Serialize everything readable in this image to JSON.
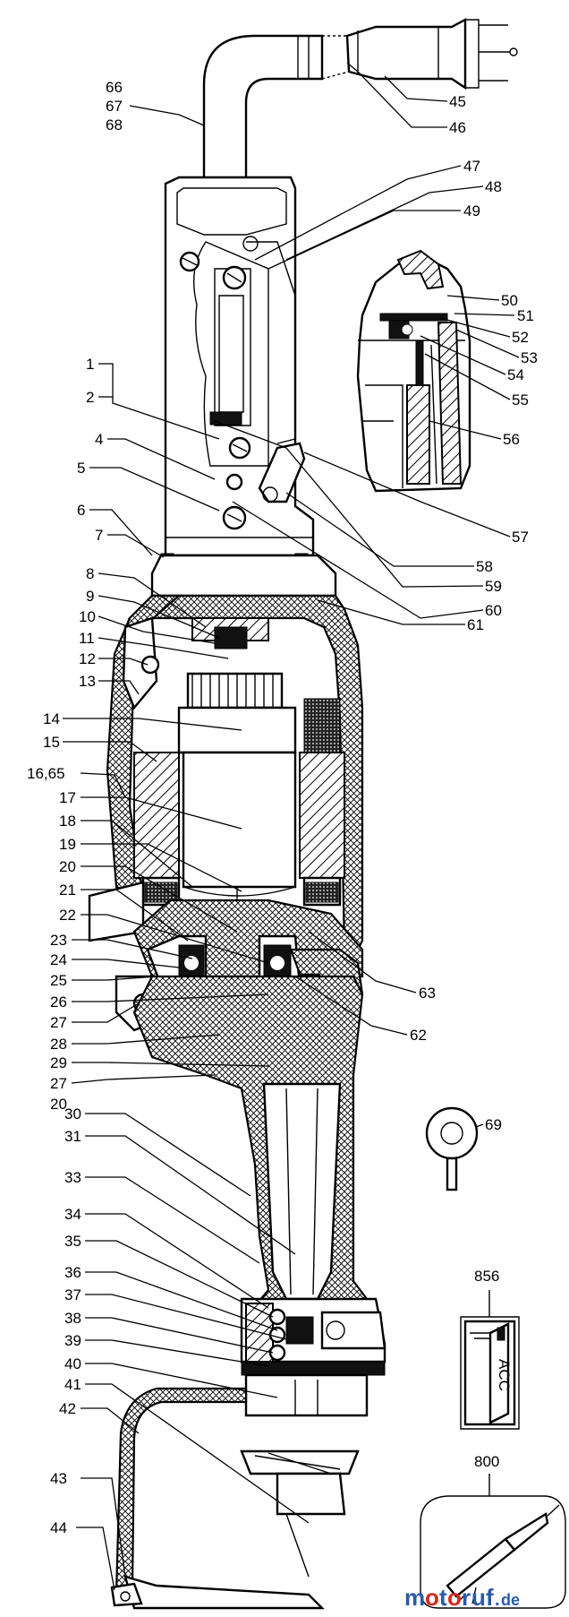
{
  "diagram": {
    "callouts": [
      {
        "id": "c66",
        "text": "66"
      },
      {
        "id": "c67",
        "text": "67"
      },
      {
        "id": "c68",
        "text": "68"
      },
      {
        "id": "c45",
        "text": "45"
      },
      {
        "id": "c46",
        "text": "46"
      },
      {
        "id": "c47",
        "text": "47"
      },
      {
        "id": "c48",
        "text": "48"
      },
      {
        "id": "c49",
        "text": "49"
      },
      {
        "id": "c50",
        "text": "50"
      },
      {
        "id": "c51",
        "text": "51"
      },
      {
        "id": "c52",
        "text": "52"
      },
      {
        "id": "c53",
        "text": "53"
      },
      {
        "id": "c54",
        "text": "54"
      },
      {
        "id": "c55",
        "text": "55"
      },
      {
        "id": "c56",
        "text": "56"
      },
      {
        "id": "c57",
        "text": "57"
      },
      {
        "id": "c58",
        "text": "58"
      },
      {
        "id": "c59",
        "text": "59"
      },
      {
        "id": "c60",
        "text": "60"
      },
      {
        "id": "c61",
        "text": "61"
      },
      {
        "id": "c1",
        "text": "1"
      },
      {
        "id": "c2",
        "text": "2"
      },
      {
        "id": "c4",
        "text": "4"
      },
      {
        "id": "c5",
        "text": "5"
      },
      {
        "id": "c6",
        "text": "6"
      },
      {
        "id": "c7",
        "text": "7"
      },
      {
        "id": "c8",
        "text": "8"
      },
      {
        "id": "c9",
        "text": "9"
      },
      {
        "id": "c10",
        "text": "10"
      },
      {
        "id": "c11",
        "text": "11"
      },
      {
        "id": "c12",
        "text": "12"
      },
      {
        "id": "c13",
        "text": "13"
      },
      {
        "id": "c14",
        "text": "14"
      },
      {
        "id": "c15",
        "text": "15"
      },
      {
        "id": "c16",
        "text": "16,65"
      },
      {
        "id": "c17",
        "text": "17"
      },
      {
        "id": "c18",
        "text": "18"
      },
      {
        "id": "c19",
        "text": "19"
      },
      {
        "id": "c20a",
        "text": "20"
      },
      {
        "id": "c21",
        "text": "21"
      },
      {
        "id": "c22",
        "text": "22"
      },
      {
        "id": "c23",
        "text": "23"
      },
      {
        "id": "c24",
        "text": "24"
      },
      {
        "id": "c25",
        "text": "25"
      },
      {
        "id": "c26",
        "text": "26"
      },
      {
        "id": "c27a",
        "text": "27"
      },
      {
        "id": "c28",
        "text": "28"
      },
      {
        "id": "c29",
        "text": "29"
      },
      {
        "id": "c27b",
        "text": "27"
      },
      {
        "id": "c20b",
        "text": "20"
      },
      {
        "id": "c63",
        "text": "63"
      },
      {
        "id": "c62",
        "text": "62"
      },
      {
        "id": "c69",
        "text": "69"
      },
      {
        "id": "c30",
        "text": "30"
      },
      {
        "id": "c31",
        "text": "31"
      },
      {
        "id": "c33",
        "text": "33"
      },
      {
        "id": "c34",
        "text": "34"
      },
      {
        "id": "c35",
        "text": "35"
      },
      {
        "id": "c36",
        "text": "36"
      },
      {
        "id": "c37",
        "text": "37"
      },
      {
        "id": "c38",
        "text": "38"
      },
      {
        "id": "c39",
        "text": "39"
      },
      {
        "id": "c40",
        "text": "40"
      },
      {
        "id": "c41",
        "text": "41"
      },
      {
        "id": "c42",
        "text": "42"
      },
      {
        "id": "c43",
        "text": "43"
      },
      {
        "id": "c44",
        "text": "44"
      },
      {
        "id": "c856",
        "text": "856"
      },
      {
        "id": "c800",
        "text": "800"
      }
    ],
    "acc_label": "ACC",
    "watermark": {
      "m": "m",
      "o1": "o",
      "t": "t",
      "o2": "o",
      "r": "r",
      "u": "u",
      "f": "f",
      "dot": ".",
      "de": "de"
    }
  }
}
